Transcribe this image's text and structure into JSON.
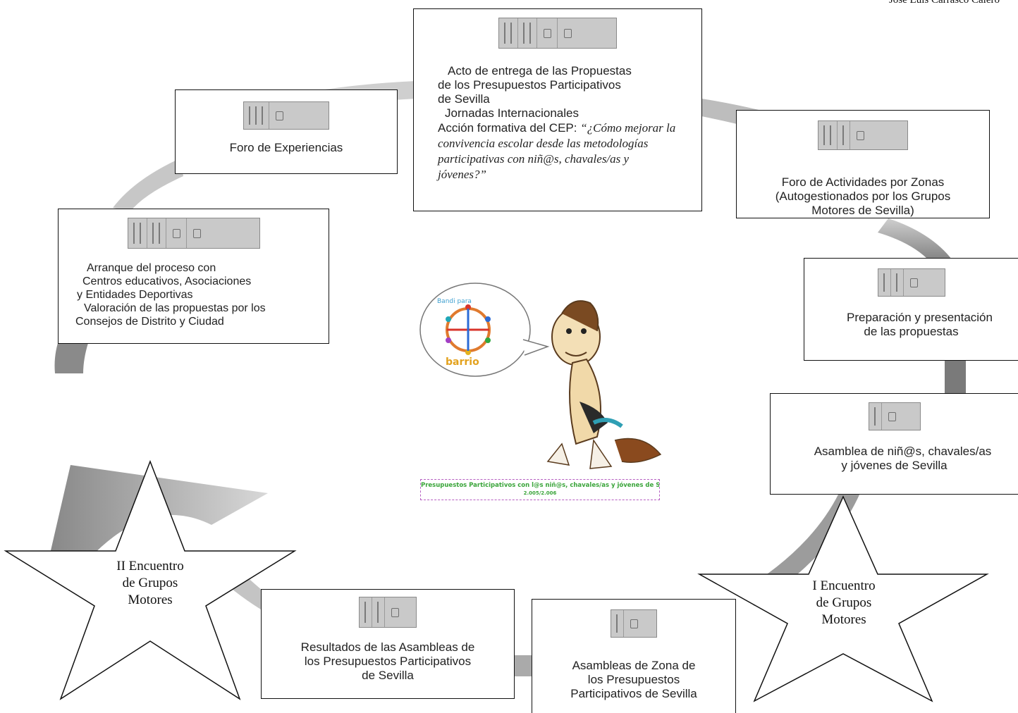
{
  "author": "José Luis Carrasco Calero",
  "boxes": {
    "acto_entrega": {
      "line1": "Acto de entrega  de las Propuestas",
      "line2": "de los Presupuestos Participativos",
      "line3": "de Sevilla",
      "line4": "Jornadas Internacionales",
      "line5_prefix": "Acción formativa del CEP: ",
      "line5_italic": "“¿Cómo mejorar la convivencia escolar desde las metodologías participativas con niñ@s, chavales/as y jóvenes?”"
    },
    "foro_experiencias": {
      "text": "Foro de Experiencias"
    },
    "foro_actividades": {
      "line1": "Foro de Actividades por Zonas",
      "line2": "(Autogestionados por los Grupos",
      "line3": "Motores de Sevilla)"
    },
    "arranque": {
      "line1": "Arranque del proceso con",
      "line2": "Centros educativos, Asociaciones",
      "line3": "y Entidades Deportivas",
      "line4": "Valoración de las propuestas por los",
      "line5": "Consejos de Distrito y Ciudad"
    },
    "preparacion": {
      "line1": "Preparación y presentación",
      "line2": "de las propuestas"
    },
    "asamblea": {
      "line1": "Asamblea de niñ@s, chavales/as",
      "line2": "y jóvenes de Sevilla"
    },
    "resultados": {
      "line1": "Resultados de las Asambleas de",
      "line2": "los Presupuestos Participativos",
      "line3": "de Sevilla"
    },
    "asambleas_zona": {
      "line1": "Asambleas de Zona de",
      "line2": "los Presupuestos",
      "line3": "Participativos de Sevilla"
    }
  },
  "stars": {
    "encuentro_2": {
      "line1": "II Encuentro",
      "line2": "de Grupos",
      "line3": "Motores"
    },
    "encuentro_1": {
      "line1": "I Encuentro",
      "line2": "de Grupos",
      "line3": "Motores"
    }
  },
  "mascot": {
    "speech_text_top": "Bandi para",
    "speech_text_bottom": "barrio",
    "banner_line1": "Presupuestos Participativos con l@s niñ@s, chavales/as y jóvenes de Sevilla",
    "banner_line2": "2.005/2.006"
  },
  "colors": {
    "arrow": "#b3b3b3",
    "arrow_dark": "#8c8c8c",
    "icon": "#c9c9c9",
    "banner_green": "#3aa53a",
    "banner_border": "#b65fc2"
  }
}
